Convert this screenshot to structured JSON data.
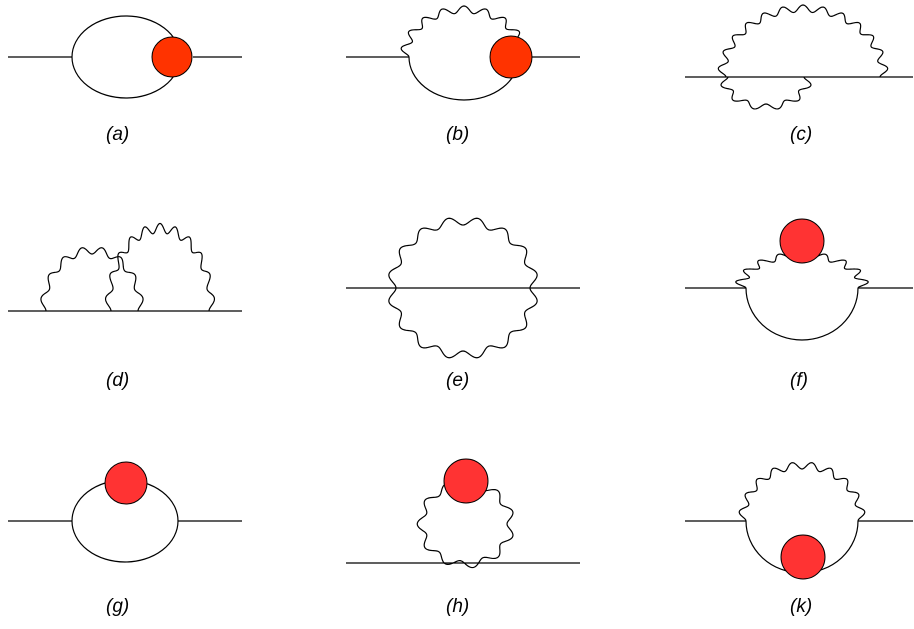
{
  "labels": {
    "a": "(a)",
    "b": "(b)",
    "c": "(c)",
    "d": "(d)",
    "e": "(e)",
    "f": "(f)",
    "g": "(g)",
    "h": "(h)",
    "k": "(k)"
  },
  "colors": {
    "blob_orange": "#ff3300",
    "blob_red": "#ff3333",
    "stroke": "#000000"
  }
}
